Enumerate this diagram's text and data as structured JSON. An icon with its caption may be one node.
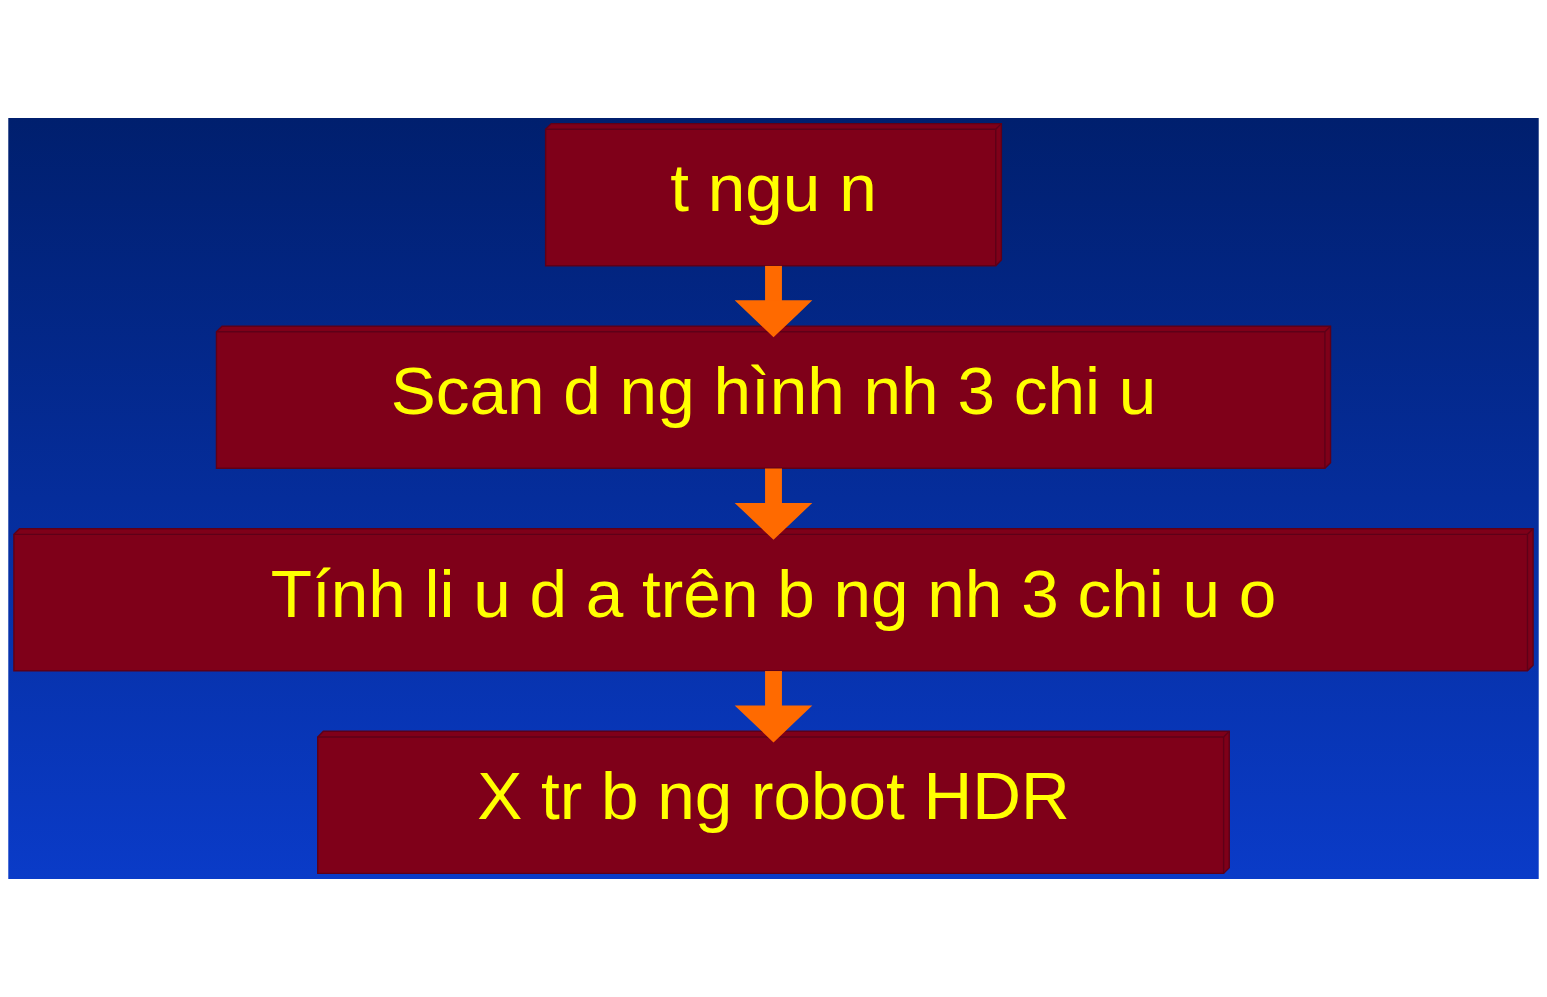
{
  "diagram": {
    "nodes": [
      {
        "text": [
          "t ngu n"
        ]
      },
      {
        "text": [
          "Scan d ng hình nh 3 chi u"
        ]
      },
      {
        "text": [
          "Tính li u d a trên b ng nh 3 chi u o"
        ]
      },
      {
        "text": [
          "X tr b ng robot HDR"
        ]
      }
    ],
    "edges": [
      {
        "from": 0,
        "to": 1,
        "arrow": "to"
      },
      {
        "from": 1,
        "to": 2,
        "arrow": "to"
      },
      {
        "from": 2,
        "to": 3,
        "arrow": "to"
      }
    ]
  }
}
